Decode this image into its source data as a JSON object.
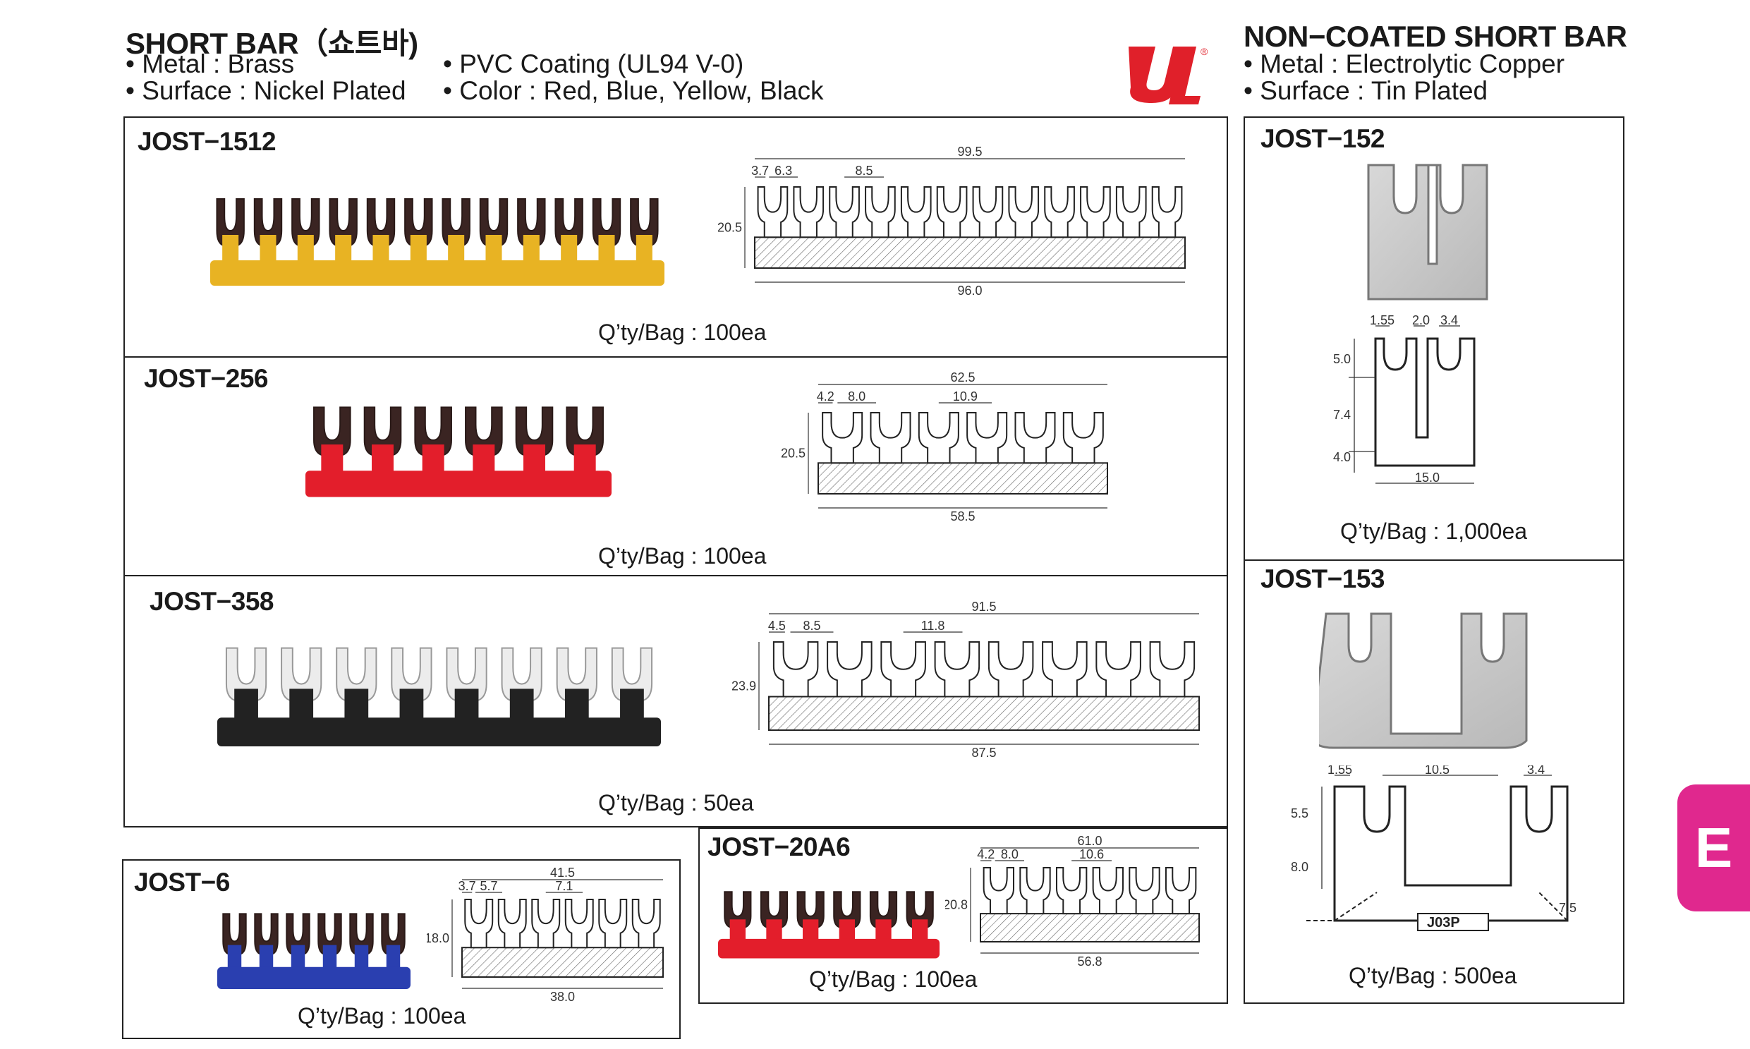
{
  "header_left": {
    "title": "SHORT BAR（쇼트바)",
    "spec1": "•  Metal : Brass",
    "spec2": "•  Surface : Nickel Plated",
    "spec3": "•  PVC Coating (UL94 V-0)",
    "spec4": "•  Color : Red, Blue, Yellow, Black"
  },
  "header_right": {
    "title": "NON−COATED SHORT BAR",
    "spec1": "•  Metal : Electrolytic Copper",
    "spec2": "•  Surface : Tin Plated"
  },
  "logo": {
    "mark": "UL",
    "registered": "®",
    "color": "#e0202a"
  },
  "side_tab": {
    "letter": "E",
    "color": "#e0288e"
  },
  "products": {
    "jost1512": {
      "model": "JOST−1512",
      "qty": "Q’ty/Bag : 100ea",
      "coating": "#e8b323",
      "dims": {
        "top": "99.5",
        "a": "3.7",
        "b": "6.3",
        "c": "8.5",
        "h": "20.5",
        "bottom": "96.0"
      }
    },
    "jost256": {
      "model": "JOST−256",
      "qty": "Q’ty/Bag : 100ea",
      "coating": "#e31e2b",
      "dims": {
        "top": "62.5",
        "a": "4.2",
        "b": "8.0",
        "c": "10.9",
        "h": "20.5",
        "bottom": "58.5"
      }
    },
    "jost358": {
      "model": "JOST−358",
      "qty": "Q’ty/Bag : 50ea",
      "coating": "#222222",
      "dims": {
        "top": "91.5",
        "a": "4.5",
        "b": "8.5",
        "c": "11.8",
        "h": "23.9",
        "bottom": "87.5"
      }
    },
    "jost6": {
      "model": "JOST−6",
      "qty": "Q’ty/Bag : 100ea",
      "coating": "#2a3fb0",
      "dims": {
        "top": "41.5",
        "a": "3.7",
        "b": "5.7",
        "c": "7.1",
        "h": "18.0",
        "bottom": "38.0"
      }
    },
    "jost20a6": {
      "model": "JOST−20A6",
      "qty": "Q’ty/Bag : 100ea",
      "coating": "#e31e2b",
      "dims": {
        "top": "61.0",
        "a": "4.2",
        "b": "8.0",
        "c": "10.6",
        "h": "20.8",
        "bottom": "56.8"
      }
    },
    "jost152": {
      "model": "JOST−152",
      "qty": "Q’ty/Bag : 1,000ea",
      "dims": {
        "a": "1.55",
        "b": "2.0",
        "c": "3.4",
        "h1": "5.0",
        "h2": "7.4",
        "h3": "4.0",
        "bottom": "15.0"
      }
    },
    "jost153": {
      "model": "JOST−153",
      "qty": "Q’ty/Bag : 500ea",
      "dims": {
        "a": "1.55",
        "b": "10.5",
        "c": "3.4",
        "h1": "5.5",
        "h2": "8.0",
        "d": "7.5",
        "mark": "J03P"
      }
    }
  }
}
